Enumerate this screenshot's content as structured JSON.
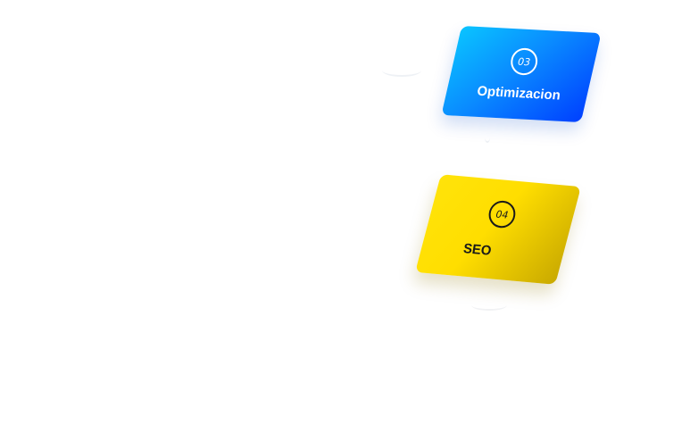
{
  "cards": [
    {
      "number": "03",
      "title": "Optimizacion",
      "accent": "#0a8bff"
    },
    {
      "number": "04",
      "title": "SEO",
      "accent": "#ffde00"
    }
  ]
}
